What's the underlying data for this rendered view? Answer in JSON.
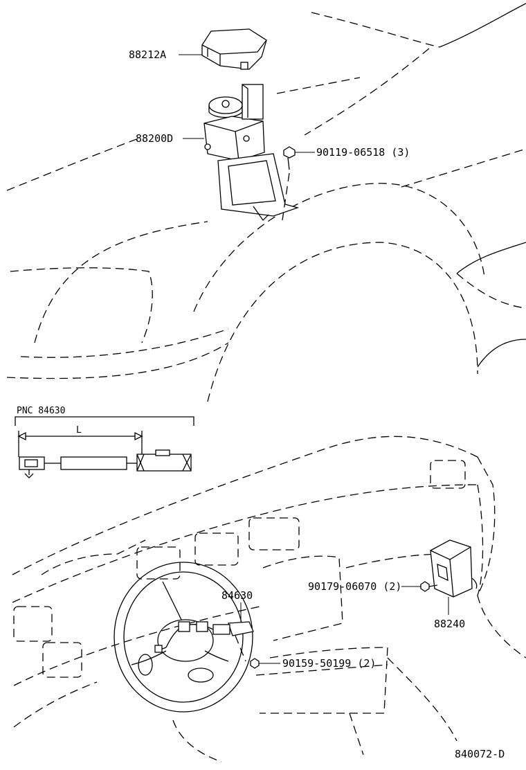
{
  "labels": {
    "cover": "88212A",
    "actuator": "88200D",
    "bolt_top": "90119-06518 (3)",
    "pnc_header": "PNC  84630",
    "length_mark": "L",
    "switch": "84630",
    "screw_left": "90159-50199 (2)",
    "screw_right": "90179-06070 (2)",
    "computer": "88240",
    "figure_code": "840072-D"
  }
}
